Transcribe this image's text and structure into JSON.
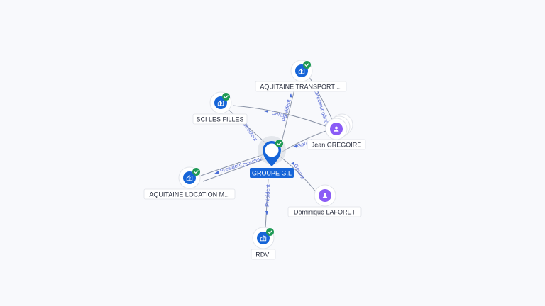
{
  "center": {
    "label": "GROUPE G.L",
    "icon": "company-icon",
    "verified": true
  },
  "nodes": [
    {
      "id": "aquitaine-transport",
      "label": "AQUITAINE TRANSPORT ...",
      "kind": "company",
      "icon": "company-icon",
      "verified": true
    },
    {
      "id": "sci-les-filles",
      "label": "SCI LES FILLES",
      "kind": "company",
      "icon": "company-icon",
      "verified": true
    },
    {
      "id": "jean-gregoire",
      "label": "Jean GREGOIRE",
      "kind": "person",
      "icon": "person-icon",
      "verified": false
    },
    {
      "id": "aquitaine-location",
      "label": "AQUITAINE LOCATION M...",
      "kind": "company",
      "icon": "company-icon",
      "verified": true
    },
    {
      "id": "dominique-laforet",
      "label": "Dominique LAFORET",
      "kind": "person",
      "icon": "person-icon",
      "verified": false
    },
    {
      "id": "rdvi",
      "label": "RDVI",
      "kind": "company",
      "icon": "company-icon",
      "verified": true
    }
  ],
  "edges": [
    {
      "id": "e1",
      "label": "Président"
    },
    {
      "id": "e2",
      "label": "Directeur"
    },
    {
      "id": "e3",
      "label": "Gerant"
    },
    {
      "id": "e4",
      "label": "Gerant"
    },
    {
      "id": "e5",
      "label": "Directeur général"
    },
    {
      "id": "e6",
      "label": "Président"
    },
    {
      "id": "e7",
      "label": "Directeur"
    },
    {
      "id": "e8",
      "label": "Président"
    },
    {
      "id": "e9",
      "label": "Gerant"
    }
  ],
  "colors": {
    "company": "#1665d8",
    "person": "#8b5cf6",
    "verified": "#1f9a55",
    "edge_label": "#5b6fd6"
  }
}
